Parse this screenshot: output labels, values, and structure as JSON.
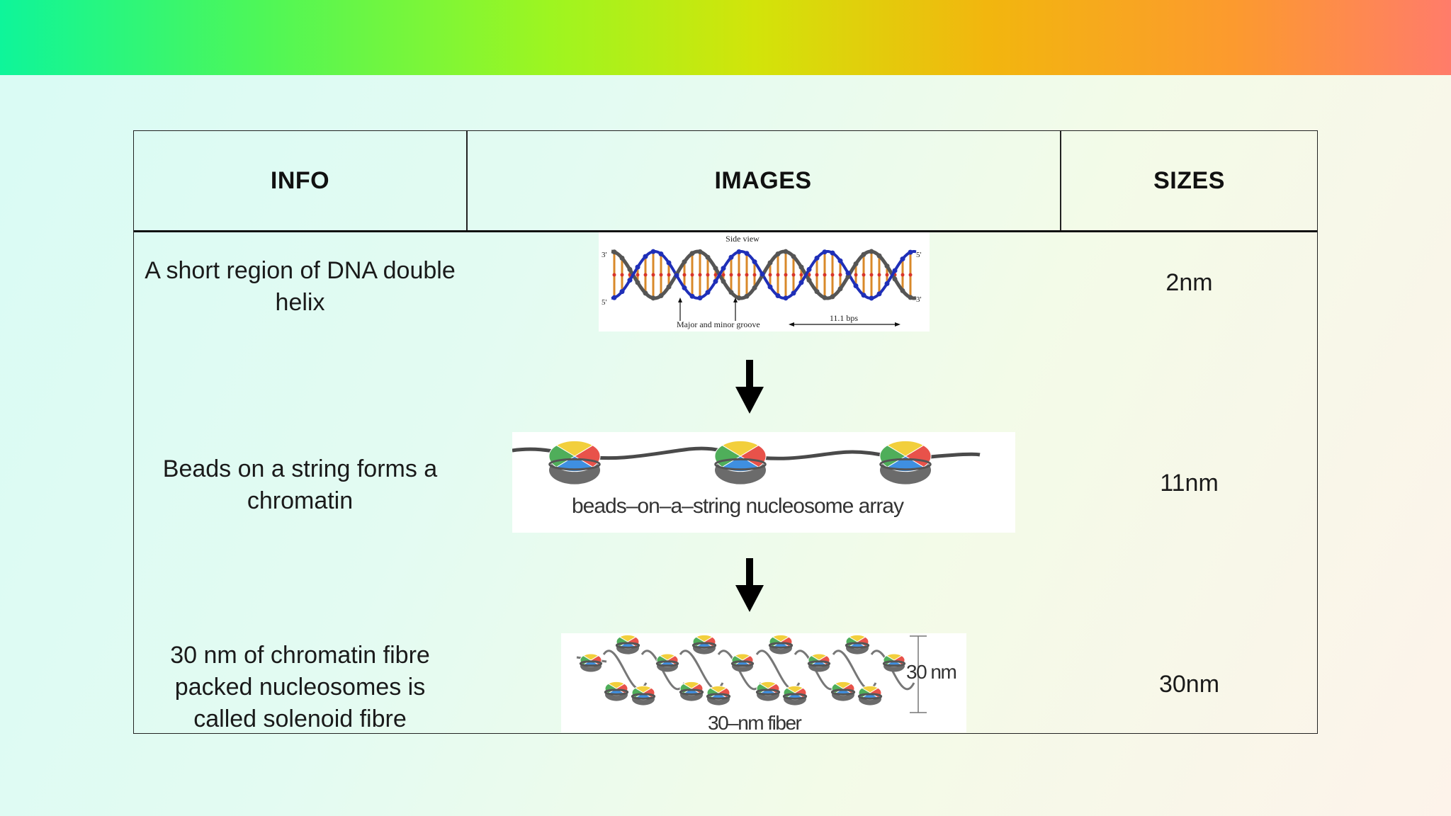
{
  "header": {
    "info": "INFO",
    "images": "IMAGES",
    "sizes": "SIZES"
  },
  "rows": [
    {
      "info": "A short region of DNA double helix",
      "size": "2nm",
      "image": {
        "title": "Side view",
        "label_3_left": "3'",
        "label_5_left": "5'",
        "label_5_right": "5'",
        "label_3_right": "3'",
        "groove_label": "Major and minor groove",
        "bps_label": "11.1 bps"
      }
    },
    {
      "info": "Beads on a string forms a chromatin",
      "size": "11nm",
      "image": {
        "caption": "beads–on–a–string nucleosome array"
      }
    },
    {
      "info": "30 nm of chromatin fibre packed nucleosomes is called solenoid fibre",
      "size": "30nm",
      "image": {
        "scale_label": "30 nm",
        "caption": "30–nm fiber"
      }
    }
  ],
  "colors": {
    "nucleosome_red": "#e8524a",
    "nucleosome_blue": "#3f8fe0",
    "nucleosome_green": "#4fae5a",
    "nucleosome_yellow": "#f2cf3c",
    "dna_blue": "#1f2fb8",
    "dna_gray": "#555555"
  }
}
